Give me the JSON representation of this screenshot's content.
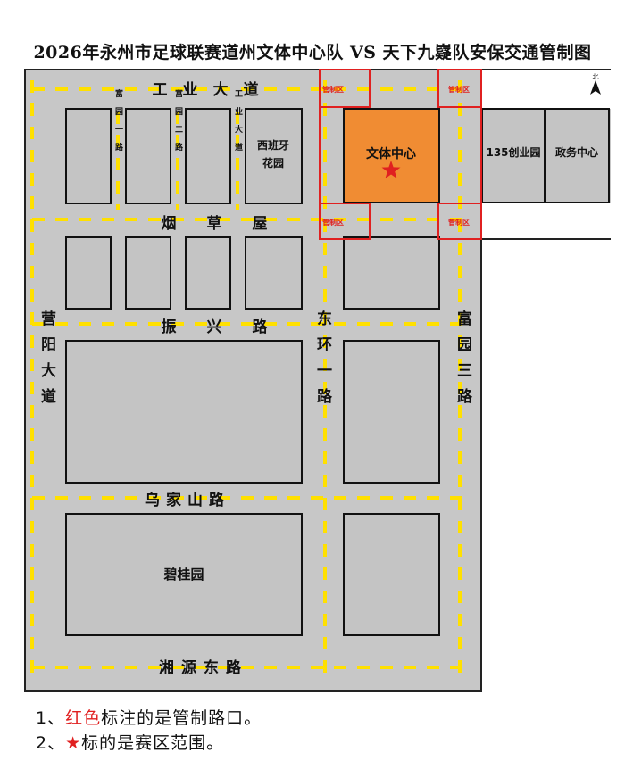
{
  "title": "2026年永州市足球联赛道州文体中心队 VS 天下九嶷队安保交通管制图",
  "colors": {
    "ground": "#c7c7c7",
    "block": "#c4c4c4",
    "venue": "#f08c33",
    "road_marking": "#ffe000",
    "control_zone": "#e02020",
    "star": "#e02020"
  },
  "north_label": "北",
  "roads": {
    "gongye_dadao": "工　业　大　道",
    "yancao_wu": "烟　　草　　屋",
    "zhenxing_lu": "振　　兴　　路",
    "yingyang_dadao": "营阳大道",
    "donghuan_yilu": "东环一路",
    "fuyuan_sanlu": "富园三路",
    "wujiashan_lu": "乌家山路",
    "xiangyuan_donglu": "湘源东路",
    "fuyuan_yilu": "富园一路",
    "fuyuan_erlu": "富园二路",
    "gongye_dadao_vertical": "工业大道"
  },
  "places": {
    "xibanya_line1": "西班牙",
    "xibanya_line2": "花园",
    "wenti_zhongxin": "文体中心",
    "chuangye_yuan": "135创业园",
    "zhengwu_zhongxin": "政务中心",
    "biguiyuan": "碧桂园"
  },
  "control_zone_label": "管制区",
  "legend": {
    "line1_prefix": "1、",
    "line1_highlight": "红色",
    "line1_rest": "标注的是管制路口。",
    "line2_prefix": "2、",
    "line2_star": "★",
    "line2_rest": "标的是赛区范围。"
  }
}
